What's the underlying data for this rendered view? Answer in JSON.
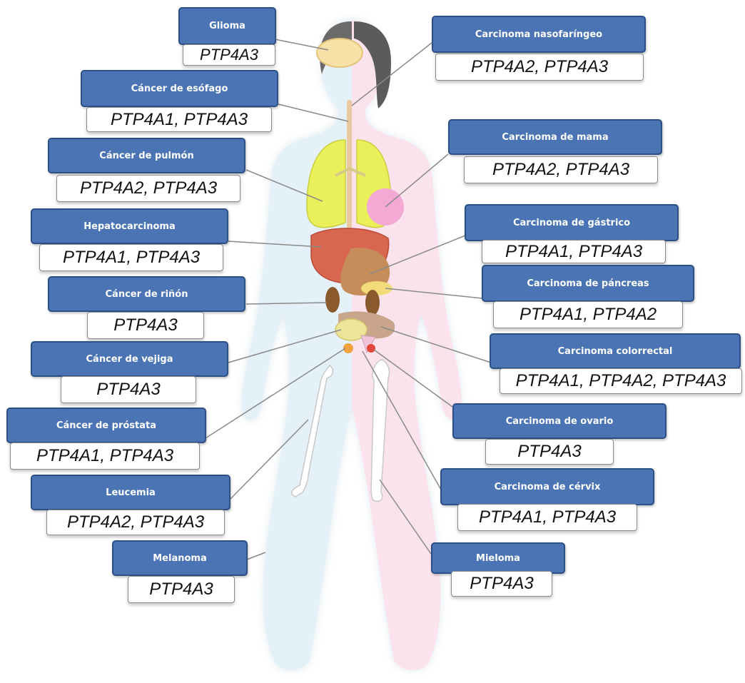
{
  "callouts": [
    {
      "id": "glioma",
      "disease": "Glioma",
      "genes": "PTP4A3"
    },
    {
      "id": "nasofaringeo",
      "disease": "Carcinoma nasofaríngeo",
      "genes": "PTP4A2, PTP4A3"
    },
    {
      "id": "esofago",
      "disease": "Cáncer de esófago",
      "genes": "PTP4A1, PTP4A3"
    },
    {
      "id": "mama",
      "disease": "Carcinoma de mama",
      "genes": "PTP4A2, PTP4A3"
    },
    {
      "id": "pulmon",
      "disease": "Cáncer de pulmón",
      "genes": "PTP4A2, PTP4A3"
    },
    {
      "id": "hepatocarcinoma",
      "disease": "Hepatocarcinoma",
      "genes": "PTP4A1, PTP4A3"
    },
    {
      "id": "gastrico",
      "disease": "Carcinoma de gástrico",
      "genes": "PTP4A1, PTP4A3"
    },
    {
      "id": "pancreas",
      "disease": "Carcinoma de páncreas",
      "genes": "PTP4A1, PTP4A2"
    },
    {
      "id": "rinon",
      "disease": "Cáncer de riñón",
      "genes": "PTP4A3"
    },
    {
      "id": "colorrectal",
      "disease": "Carcinoma colorrectal",
      "genes": "PTP4A1, PTP4A2, PTP4A3"
    },
    {
      "id": "vejiga",
      "disease": "Cáncer de vejiga",
      "genes": "PTP4A3"
    },
    {
      "id": "ovario",
      "disease": "Carcinoma de ovario",
      "genes": "PTP4A3"
    },
    {
      "id": "prostata",
      "disease": "Cáncer de próstata",
      "genes": "PTP4A1, PTP4A3"
    },
    {
      "id": "cervix",
      "disease": "Carcinoma de cérvix",
      "genes": "PTP4A1, PTP4A3"
    },
    {
      "id": "leucemia",
      "disease": "Leucemia",
      "genes": "PTP4A2, PTP4A3"
    },
    {
      "id": "mieloma",
      "disease": "Mieloma",
      "genes": "PTP4A3"
    },
    {
      "id": "melanoma",
      "disease": "Melanoma",
      "genes": "PTP4A3"
    }
  ],
  "colors": {
    "title_fill": "#4a74b4",
    "title_border": "#2c4f86",
    "body_female": "#fbe3ee",
    "body_male": "#e4f1f8",
    "lungs": "#e9f05a",
    "liver": "#d9674f",
    "kidney": "#8a5a2c",
    "breast": "#f3a9d3"
  }
}
